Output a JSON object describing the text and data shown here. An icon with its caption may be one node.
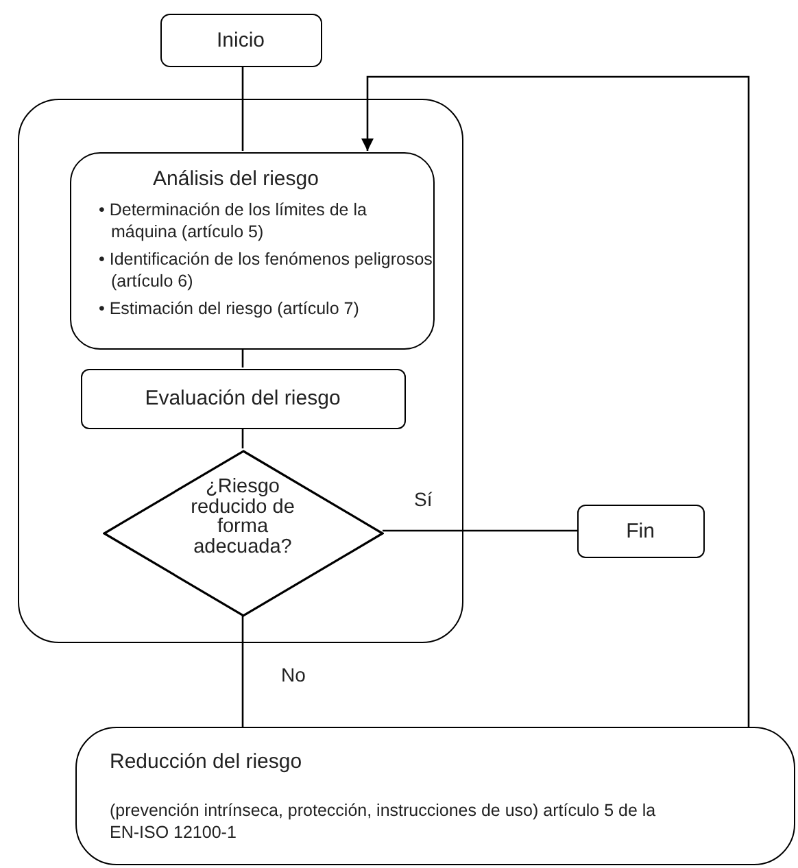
{
  "diagram": {
    "nodes": [
      {
        "text": [
          "Inicio"
        ]
      },
      {
        "text": [],
        "shape": "box"
      },
      {
        "text": [
          "Análisis del riesgo",
          "• Determinación de los límites de la máquina (artículo 5)",
          "• Identificación de los fenómenos peligrosos (artículo 6)",
          "• Estimación del riesgo (artículo 7)"
        ],
        "in": 1
      },
      {
        "text": [
          "Evaluación del riesgo"
        ],
        "in": 1
      },
      {
        "text": [
          "¿Riesgo reducido de forma adecuada?"
        ],
        "in": 1
      },
      {
        "text": [
          "Fin"
        ]
      },
      {
        "text": [
          "Reducción del riesgo",
          "(prevención intrínseca, protección, instrucciones de uso) artículo 5 de la EN-ISO 12100-1"
        ]
      }
    ],
    "edges": [
      {
        "from": 0,
        "to": 2,
        "arrow": "none"
      },
      {
        "from": 2,
        "to": 3,
        "arrow": "none"
      },
      {
        "from": 3,
        "to": 4,
        "arrow": "none"
      },
      {
        "from": 4,
        "to": 5,
        "label": "Sí",
        "arrow": "none"
      },
      {
        "from": 4,
        "to": 6,
        "label": "No",
        "arrow": "none"
      },
      {
        "from": 6,
        "to": 2,
        "arrow": "to"
      }
    ]
  }
}
